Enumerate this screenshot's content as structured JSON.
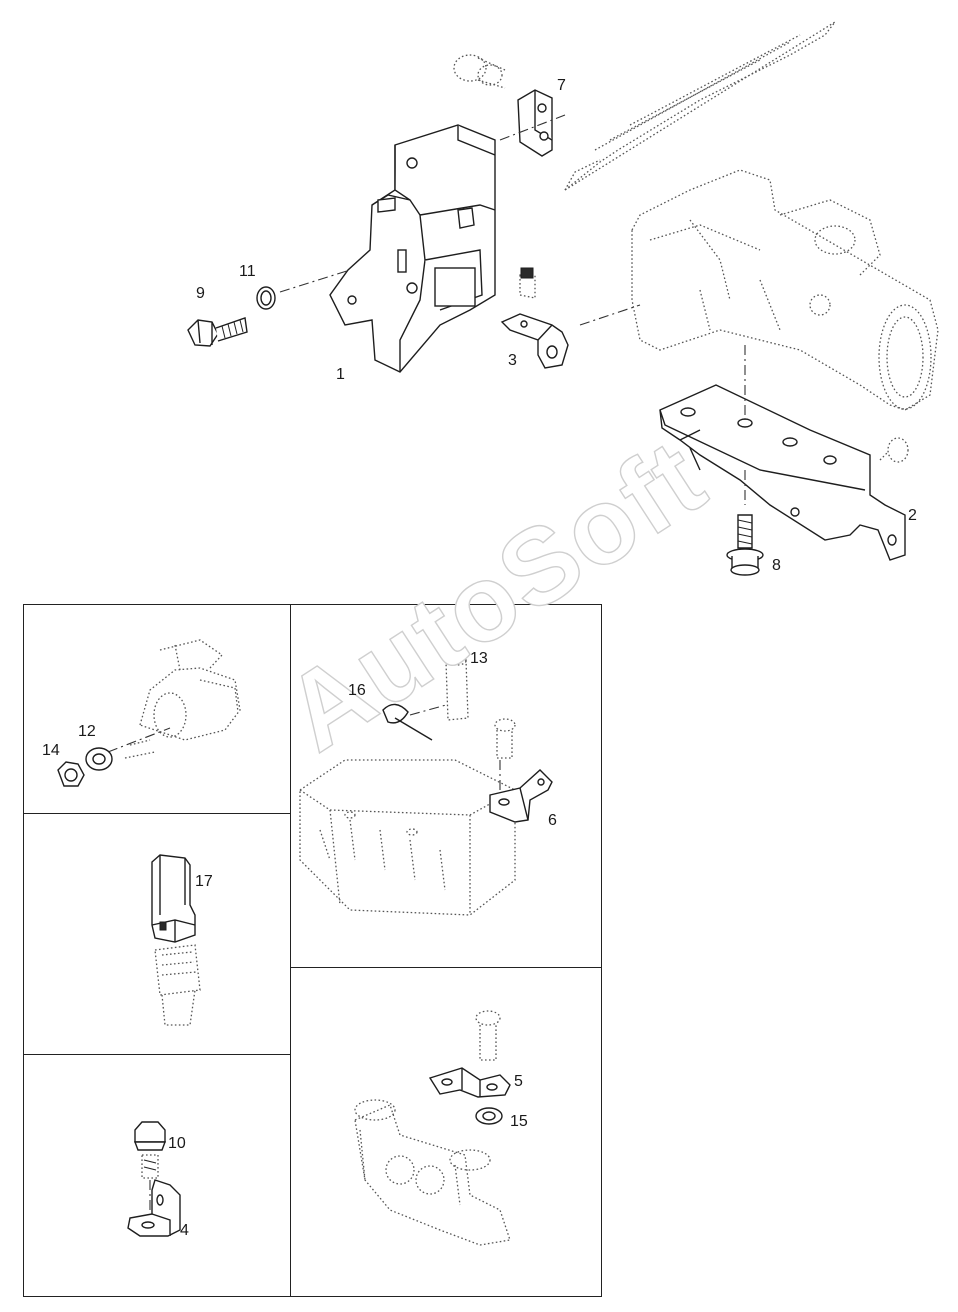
{
  "watermark": {
    "text": "AutoSoft"
  },
  "callouts": [
    {
      "id": "1",
      "label": "1"
    },
    {
      "id": "2",
      "label": "2"
    },
    {
      "id": "3",
      "label": "3"
    },
    {
      "id": "4",
      "label": "4"
    },
    {
      "id": "5",
      "label": "5"
    },
    {
      "id": "6",
      "label": "6"
    },
    {
      "id": "7",
      "label": "7"
    },
    {
      "id": "8",
      "label": "8"
    },
    {
      "id": "9",
      "label": "9"
    },
    {
      "id": "10",
      "label": "10"
    },
    {
      "id": "11",
      "label": "11"
    },
    {
      "id": "12",
      "label": "12"
    },
    {
      "id": "13",
      "label": "13"
    },
    {
      "id": "14",
      "label": "14"
    },
    {
      "id": "15",
      "label": "15"
    },
    {
      "id": "16",
      "label": "16"
    },
    {
      "id": "17",
      "label": "17"
    }
  ],
  "colors": {
    "line": "#1e1e1e",
    "phantom": "#555555",
    "watermark_outline": "#cfcfcf",
    "background": "#ffffff"
  }
}
